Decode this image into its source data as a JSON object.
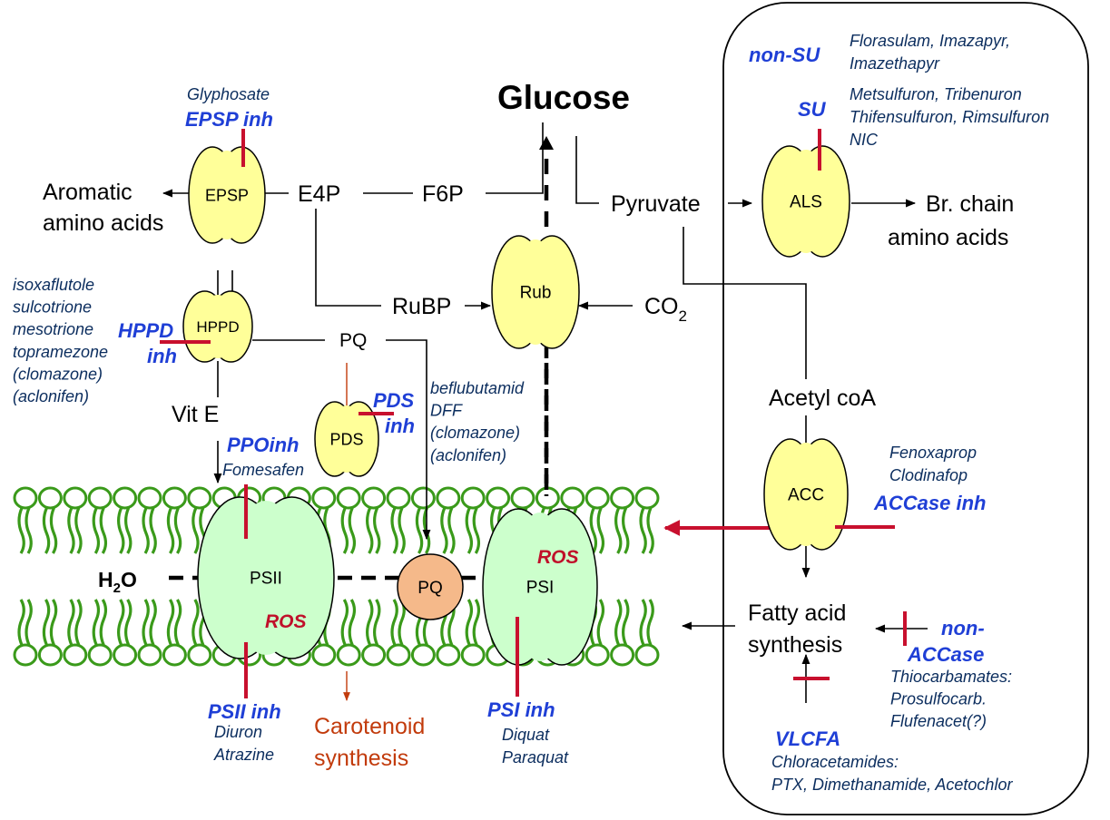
{
  "colors": {
    "membrane": "#3a9a1a",
    "inhibitor_bar": "#c8102e",
    "enzyme_fill": "#ffff99",
    "photosystem_fill": "#ccffcc",
    "pq_fill": "#f5b98a",
    "site_label": "#1f3fd6",
    "herbicide_text": "#0b2d5e",
    "carotenoid": "#c23b0c"
  },
  "metabolites": {
    "glucose": "Glucose",
    "aromatic_1": "Aromatic",
    "aromatic_2": "amino acids",
    "e4p": "E4P",
    "f6p": "F6P",
    "pyruvate": "Pyruvate",
    "br_chain_1": "Br. chain",
    "br_chain_2": "amino acids",
    "rubp": "RuBP",
    "co2": "CO",
    "co2_sub": "2",
    "pq": "PQ",
    "vit_e": "Vit E",
    "acetyl_coa": "Acetyl coA",
    "fatty_1": "Fatty acid",
    "fatty_2": "synthesis",
    "carotenoid_1": "Carotenoid",
    "carotenoid_2": "synthesis",
    "water": "H",
    "water_sub": "2",
    "water_o": "O"
  },
  "enzymes": {
    "epsp": "EPSP",
    "hppd": "HPPD",
    "pds": "PDS",
    "rub": "Rub",
    "als": "ALS",
    "acc": "ACC",
    "psii": "PSII",
    "psi": "PSI",
    "pq_complex": "PQ"
  },
  "ros": [
    "ROS",
    "ROS"
  ],
  "sites": {
    "epsp_inh": "EPSP inh",
    "hppd_1": "HPPD",
    "hppd_2": "inh",
    "pds_1": "PDS",
    "pds_2": "inh",
    "ppo": "PPOinh",
    "psii_inh": "PSII inh",
    "psi_inh": "PSI inh",
    "non_su": "non-SU",
    "su": "SU",
    "accase_inh": "ACCase inh",
    "non_accase_1": "non-",
    "non_accase_2": "ACCase",
    "vlcfa": "VLCFA"
  },
  "herbicides": {
    "glyphosate": "Glyphosate",
    "hppd_list": [
      "isoxaflutole",
      "sulcotrione",
      "mesotrione",
      "topramezone",
      "(clomazone)",
      "(aclonifen)"
    ],
    "fomesafen": "Fomesafen",
    "pds_list": [
      "beflubutamid",
      "DFF",
      "(clomazone)",
      "(aclonifen)"
    ],
    "psii_list": [
      "Diuron",
      "Atrazine"
    ],
    "psi_list": [
      "Diquat",
      "Paraquat"
    ],
    "non_su_list": [
      "Florasulam, Imazapyr,",
      "Imazethapyr"
    ],
    "su_list": [
      "Metsulfuron, Tribenuron",
      "Thifensulfuron, Rimsulfuron",
      "NIC"
    ],
    "accase_list": [
      "Fenoxaprop",
      "Clodinafop"
    ],
    "non_accase_list": [
      "Thiocarbamates:",
      "Prosulfocarb.",
      "Flufenacet(?)"
    ],
    "vlcfa_list": [
      "Chloracetamides:",
      "PTX, Dimethanamide, Acetochlor"
    ]
  }
}
